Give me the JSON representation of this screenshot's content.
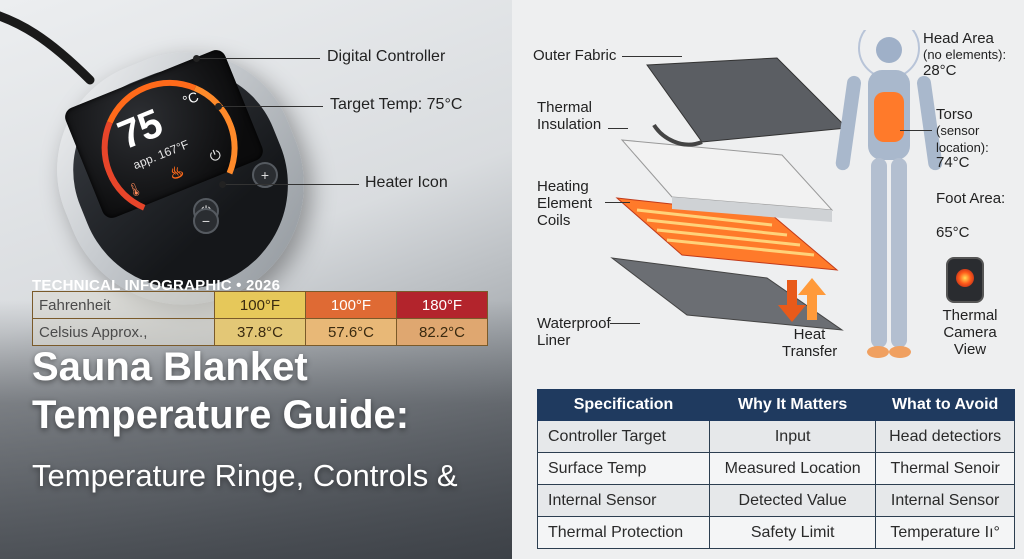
{
  "left": {
    "controller": {
      "screen_temp": "75",
      "screen_unit": "°C",
      "screen_approx": "app. 167°F",
      "plus": "+",
      "minus": "−"
    },
    "labels": {
      "digital_controller": "Digital Controller",
      "target_temp": "Target Temp: 75°C",
      "heater_icon": "Heater Icon"
    },
    "tag": "TECHNICAL INFOGRAPHIC • 2026",
    "conversion_table": {
      "rows": [
        {
          "label": "Fahrenheit",
          "values": [
            "100°F",
            "100°F",
            "180°F"
          ]
        },
        {
          "label": "Celsius Approx.,",
          "values": [
            "37.8°C",
            "57.6°C",
            "82.2°C"
          ]
        }
      ]
    },
    "title": "Sauna Blanket Temperature Guide:",
    "subtitle": "Temperature Ringe, Controls  &"
  },
  "right": {
    "layers": {
      "outer_fabric": "Outer Fabric",
      "thermal_insulation": "Thermal Insulation",
      "heating_element": "Heating Element Coils",
      "waterproof_liner": "Waterproof Liner",
      "heat_transfer": "Heat Transfer"
    },
    "body": {
      "head_title": "Head Area",
      "head_note": "(no elements):",
      "head_temp": "28°C",
      "torso_title": "Torso",
      "torso_note": "(sensor location):",
      "torso_temp": "74°C",
      "foot_title": "Foot Area:",
      "foot_temp": "65°C",
      "camera": "Thermal Camera View"
    },
    "spec_table": {
      "headers": [
        "Specification",
        "Why It Matters",
        "What to Avoid"
      ],
      "rows": [
        [
          "Controller Target",
          "Input",
          "Head detectiors"
        ],
        [
          "Surface Temp",
          "Measured Location",
          "Thermal Senoir"
        ],
        [
          "Internal Sensor",
          "Detected Value",
          "Internal Sensor"
        ],
        [
          "Thermal Protection",
          "Safety Limit",
          "Temperature Iı°"
        ]
      ]
    },
    "colors": {
      "table_header": "#1f3a5f",
      "heat_orange": "#ff6a1a",
      "heat_red": "#b3242c"
    }
  }
}
